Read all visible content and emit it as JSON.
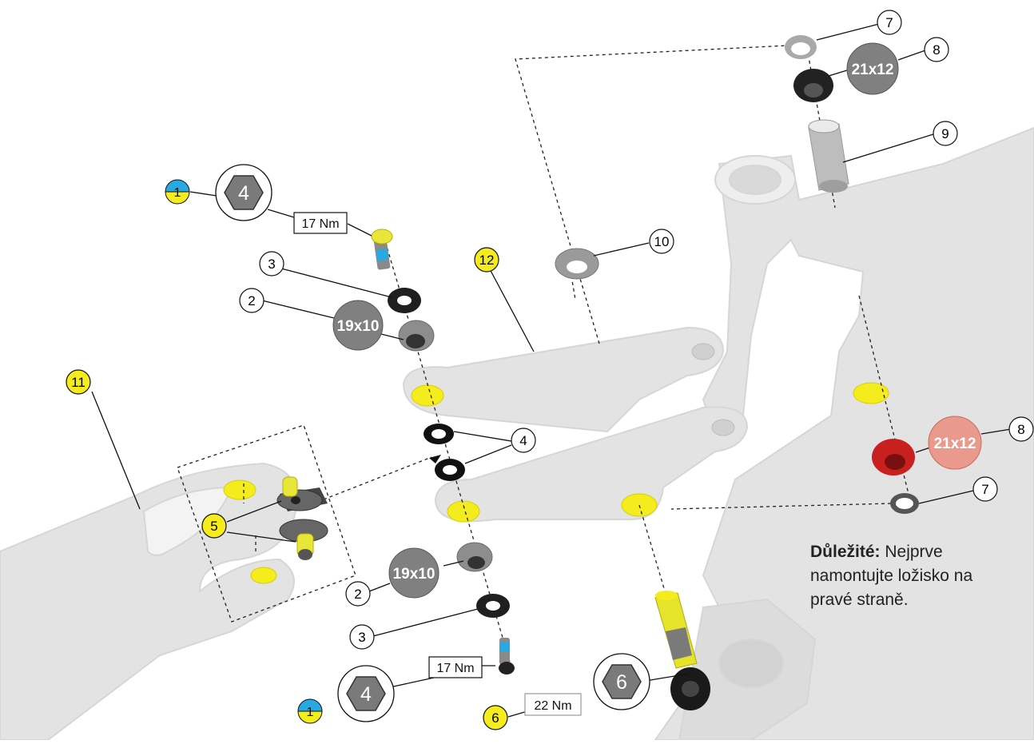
{
  "callouts": {
    "n1": "1",
    "n2": "2",
    "n3": "3",
    "n4": "4",
    "n5": "5",
    "n6": "6",
    "n7": "7",
    "n8": "8",
    "n9": "9",
    "n10": "10",
    "n11": "11",
    "n12": "12"
  },
  "tools": {
    "hex4": "4",
    "hex6": "6"
  },
  "torque": {
    "t17": "17 Nm",
    "t22": "22 Nm"
  },
  "bearings": {
    "small": "19x10",
    "large": "21x12"
  },
  "note": {
    "bold": "Důležité:",
    "text": " Nejprve namontujte ložisko na pravé straně."
  },
  "colors": {
    "yellow": "#f4ec1c",
    "blue": "#29a9e1",
    "bearing_gray": "#808080",
    "bearing_red": "#e99a8c",
    "red_part": "#c8201f",
    "frame": "#e4e4e4"
  },
  "icons": [
    "hex-key-icon",
    "torque-label",
    "threadlock-icon",
    "grease-icon"
  ]
}
